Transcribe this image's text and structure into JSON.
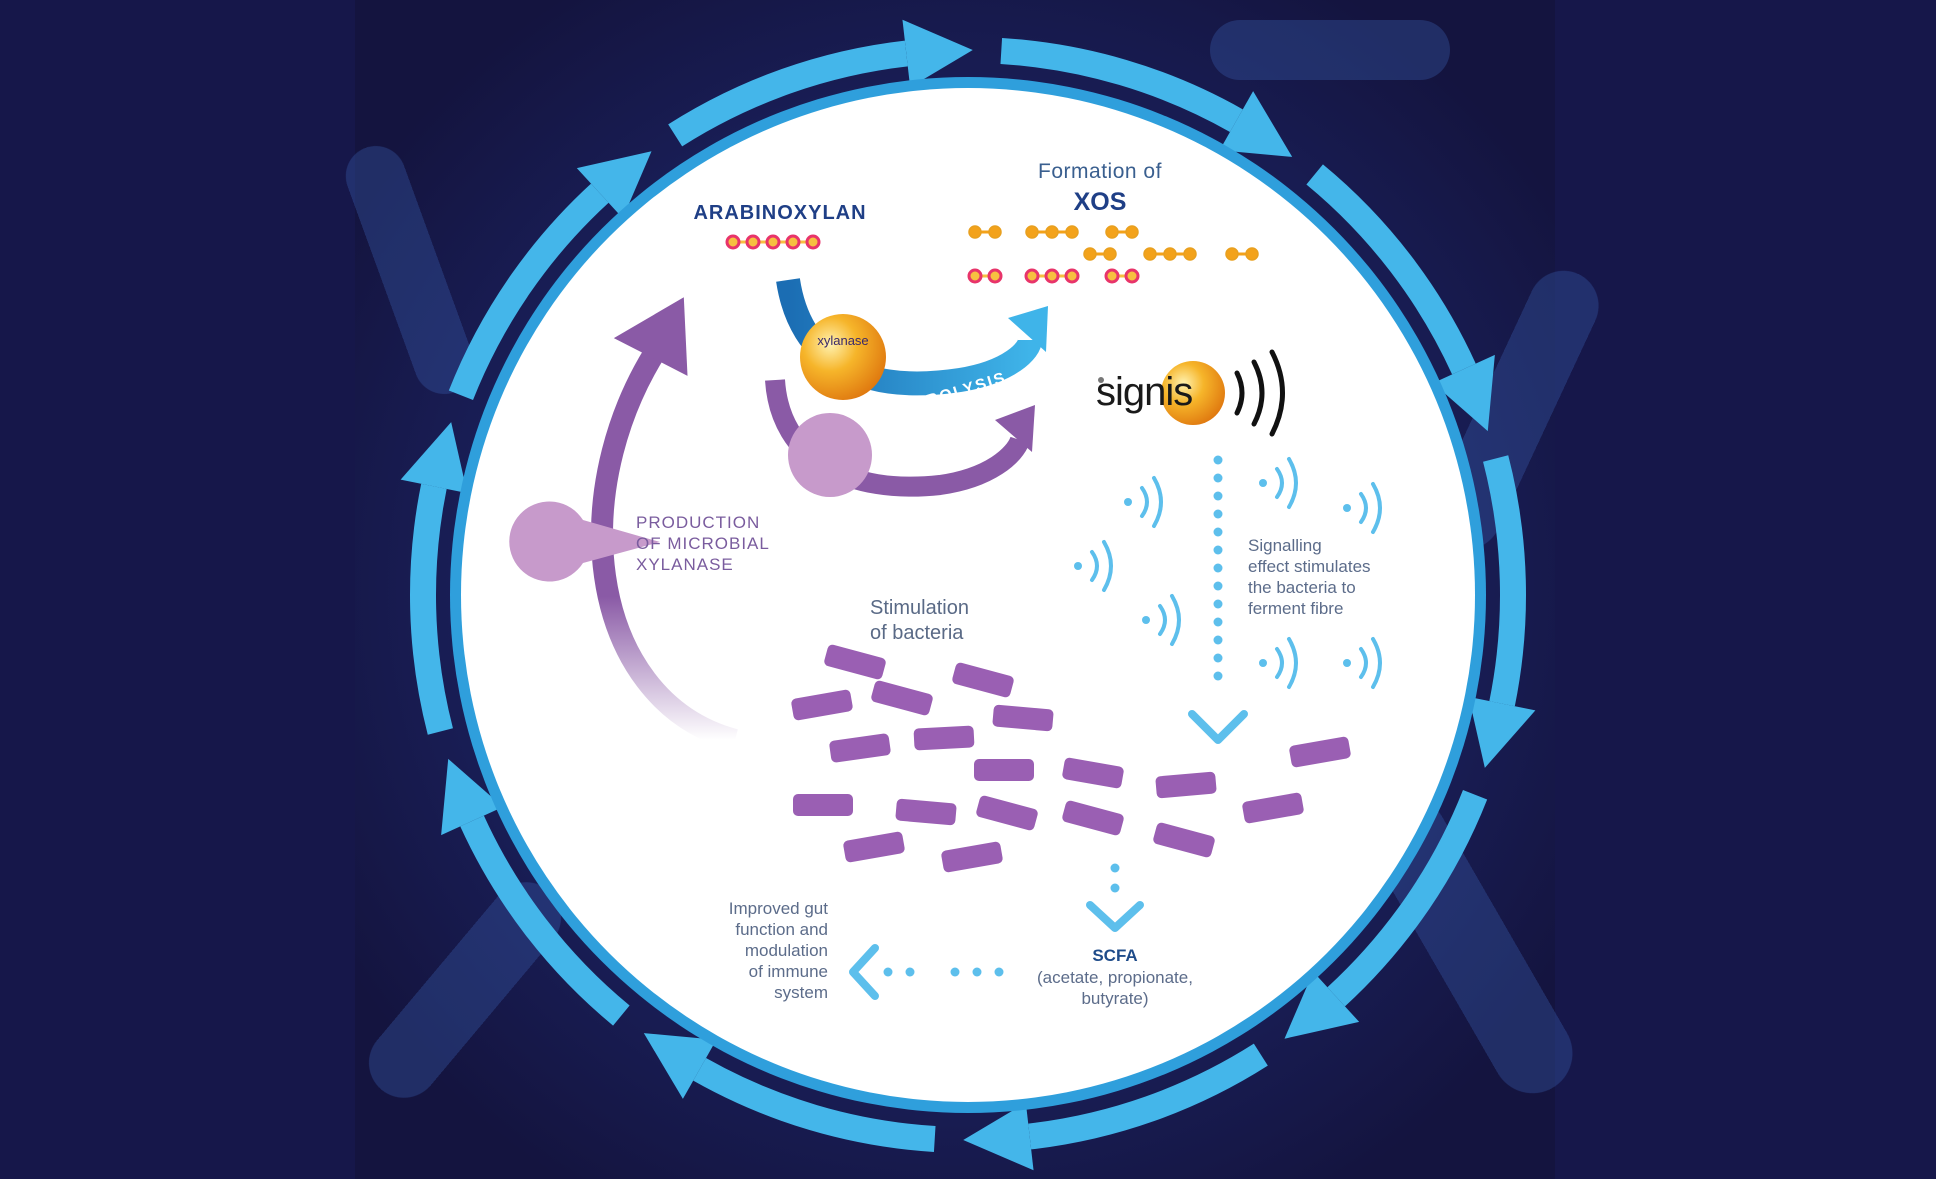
{
  "labels": {
    "arabinoxylan": "ARABINOXYLAN",
    "formation_of": "Formation of",
    "xos": "XOS",
    "xylanase": "xylanase",
    "hydrolysis": "HYDROLYSIS",
    "production": [
      "PRODUCTION",
      "OF MICROBIAL",
      "XYLANASE"
    ],
    "stimulation": [
      "Stimulation",
      "of bacteria"
    ],
    "signalling": [
      "Signalling",
      "effect stimulates",
      "the bacteria to",
      "ferment fibre"
    ],
    "improved_gut": [
      "Improved gut",
      "function and",
      "modulation",
      "of immune",
      "system"
    ],
    "scfa": "SCFA",
    "scfa_detail": [
      "(acetate, propionate,",
      "butyrate)"
    ],
    "brand": "signis"
  },
  "colors": {
    "background": "#16174a",
    "ring": "#44b6ea",
    "circle_fill": "#ffffff",
    "purple": "#8a5aa6",
    "lilac": "#c79acb",
    "bacteria": "#9a5fb3",
    "orange": "#f3a21a",
    "chain_red": "#e8346a",
    "dot_blue": "#5dbfec",
    "title_blue": "#1f3f86"
  },
  "icons": [
    "clockwise-cycle-arrows",
    "enzyme-ball-icon",
    "pacman-enzyme-icon",
    "signal-wave-icon",
    "dotted-down-arrow-icon",
    "dotted-left-arrow-icon"
  ]
}
